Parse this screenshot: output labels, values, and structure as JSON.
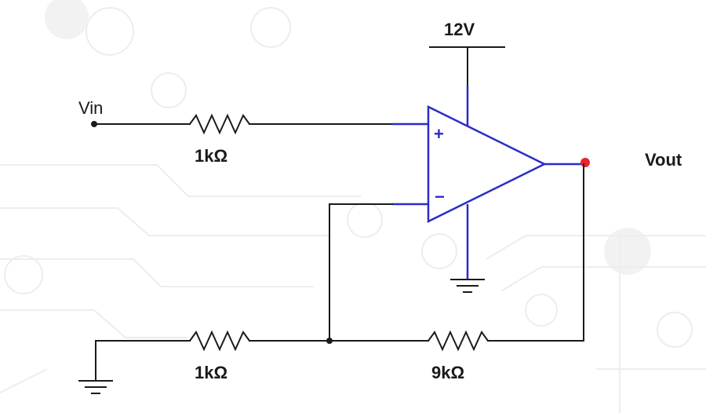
{
  "labels": {
    "supply": "12V",
    "input": "Vin",
    "output": "Vout",
    "r_in": "1kΩ",
    "r_gnd": "1kΩ",
    "r_feedback": "9kΩ",
    "plus": "+",
    "minus": "−"
  },
  "colors": {
    "wire": "#1a1a1a",
    "opamp": "#2b2bc8",
    "output_marker": "#e8242f"
  }
}
